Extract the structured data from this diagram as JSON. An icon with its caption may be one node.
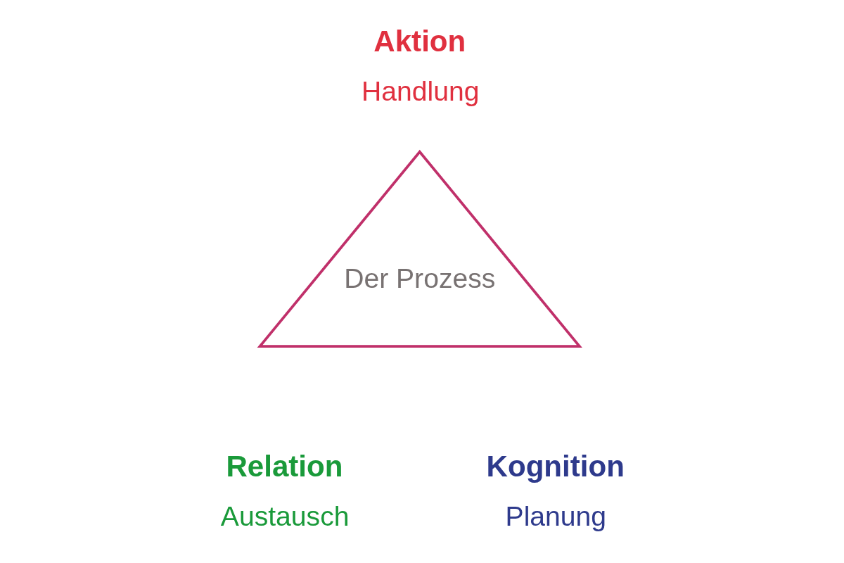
{
  "diagram": {
    "nodes": [
      {
        "text": [
          "Der Prozess"
        ]
      }
    ],
    "labels": [
      "Aktion",
      "Handlung",
      "Relation",
      "Austausch",
      "Kognition",
      "Planung"
    ]
  }
}
